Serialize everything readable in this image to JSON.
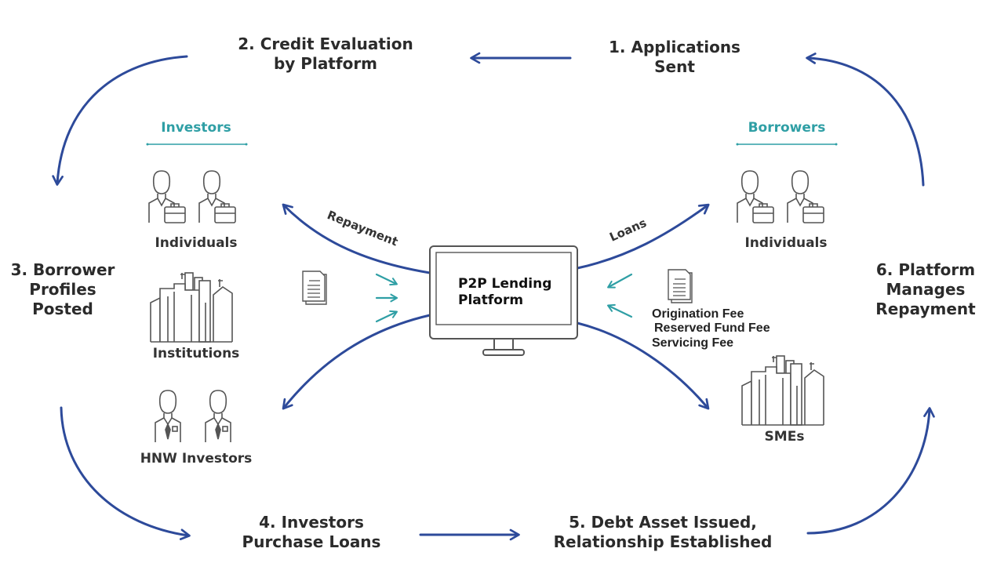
{
  "steps": {
    "s1": [
      "1. Applications",
      "Sent"
    ],
    "s2": [
      "2. Credit Evaluation",
      "by Platform"
    ],
    "s3": [
      "3. Borrower",
      "Profiles",
      "Posted"
    ],
    "s4": [
      "4. Investors",
      "Purchase Loans"
    ],
    "s5": [
      "5. Debt Asset Issued,",
      "Relationship Established"
    ],
    "s6": [
      "6. Platform",
      "Manages",
      "Repayment"
    ]
  },
  "investors": {
    "heading": "Investors",
    "categories": [
      "Individuals",
      "Institutions",
      "HNW Investors"
    ]
  },
  "borrowers": {
    "heading": "Borrowers",
    "categories": [
      "Individuals",
      "SMEs"
    ]
  },
  "platform": [
    "P2P Lending",
    "Platform"
  ],
  "flows": {
    "repayment": "Repayment",
    "loans": "Loans"
  },
  "fees": [
    "Origination Fee",
    "Reserved Fund Fee",
    "Servicing Fee"
  ],
  "colors": {
    "arrow": "#2d4a9a",
    "accent": "#2f9fa5",
    "icon": "#555555"
  }
}
